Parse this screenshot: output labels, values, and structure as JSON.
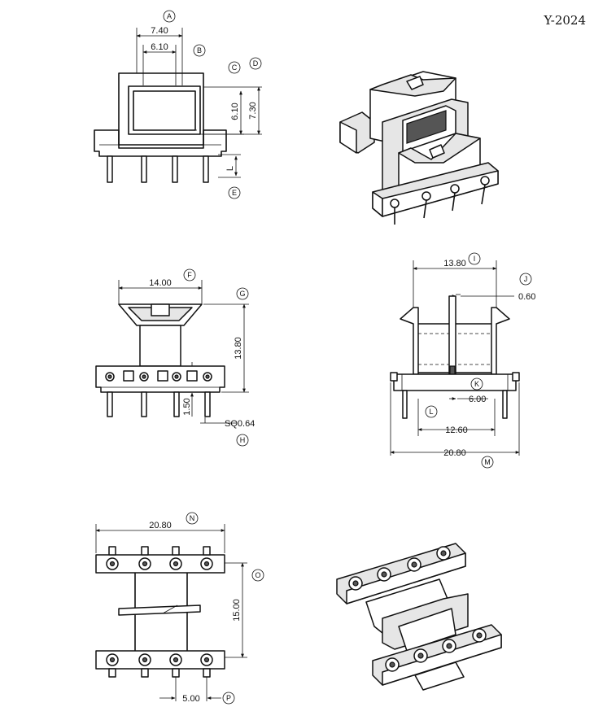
{
  "part_code": "Y-2024",
  "top_view": {
    "dims": {
      "a": "7.40",
      "b": "6.10",
      "c": "6.10",
      "d": "7.30",
      "e": "L"
    },
    "callouts": {
      "a": "A",
      "b": "B",
      "c": "C",
      "d": "D",
      "e": "E"
    }
  },
  "front_view": {
    "dims": {
      "width": "14.00",
      "height": "13.80",
      "pin_len": "1.50",
      "pin_sq": "SQ0.64"
    },
    "callouts": {
      "f": "F",
      "g": "G",
      "h": "H"
    }
  },
  "side_view": {
    "dims": {
      "top": "13.80",
      "wall": "0.60",
      "gap": "6.00",
      "inner": "12.60",
      "base": "20.80"
    },
    "callouts": {
      "i": "I",
      "j": "J",
      "k": "K",
      "l": "L",
      "m": "M"
    }
  },
  "bottom_view": {
    "dims": {
      "width": "20.80",
      "height": "15.00",
      "pitch": "5.00"
    },
    "callouts": {
      "n": "N",
      "o": "O",
      "p": "P"
    }
  }
}
